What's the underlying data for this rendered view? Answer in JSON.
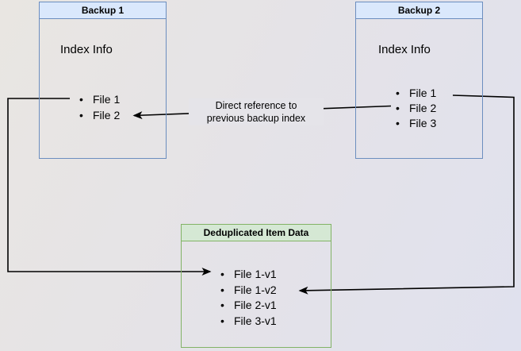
{
  "diagram": {
    "backup1": {
      "title": "Backup 1",
      "subtitle": "Index Info",
      "items": [
        "File 1",
        "File 2"
      ]
    },
    "backup2": {
      "title": "Backup 2",
      "subtitle": "Index Info",
      "items": [
        "File 1",
        "File 2",
        "File 3"
      ]
    },
    "dedup": {
      "title": "Deduplicated Item Data",
      "items": [
        "File 1-v1",
        "File 1-v2",
        "File 2-v1",
        "File 3-v1"
      ]
    },
    "edge_label": {
      "line1": "Direct reference to",
      "line2": "previous backup index"
    },
    "colors": {
      "blue_fill": "#dae8fc",
      "blue_stroke": "#6c8ebf",
      "green_fill": "#d5e8d4",
      "green_stroke": "#82b366",
      "connector": "#000000"
    }
  }
}
